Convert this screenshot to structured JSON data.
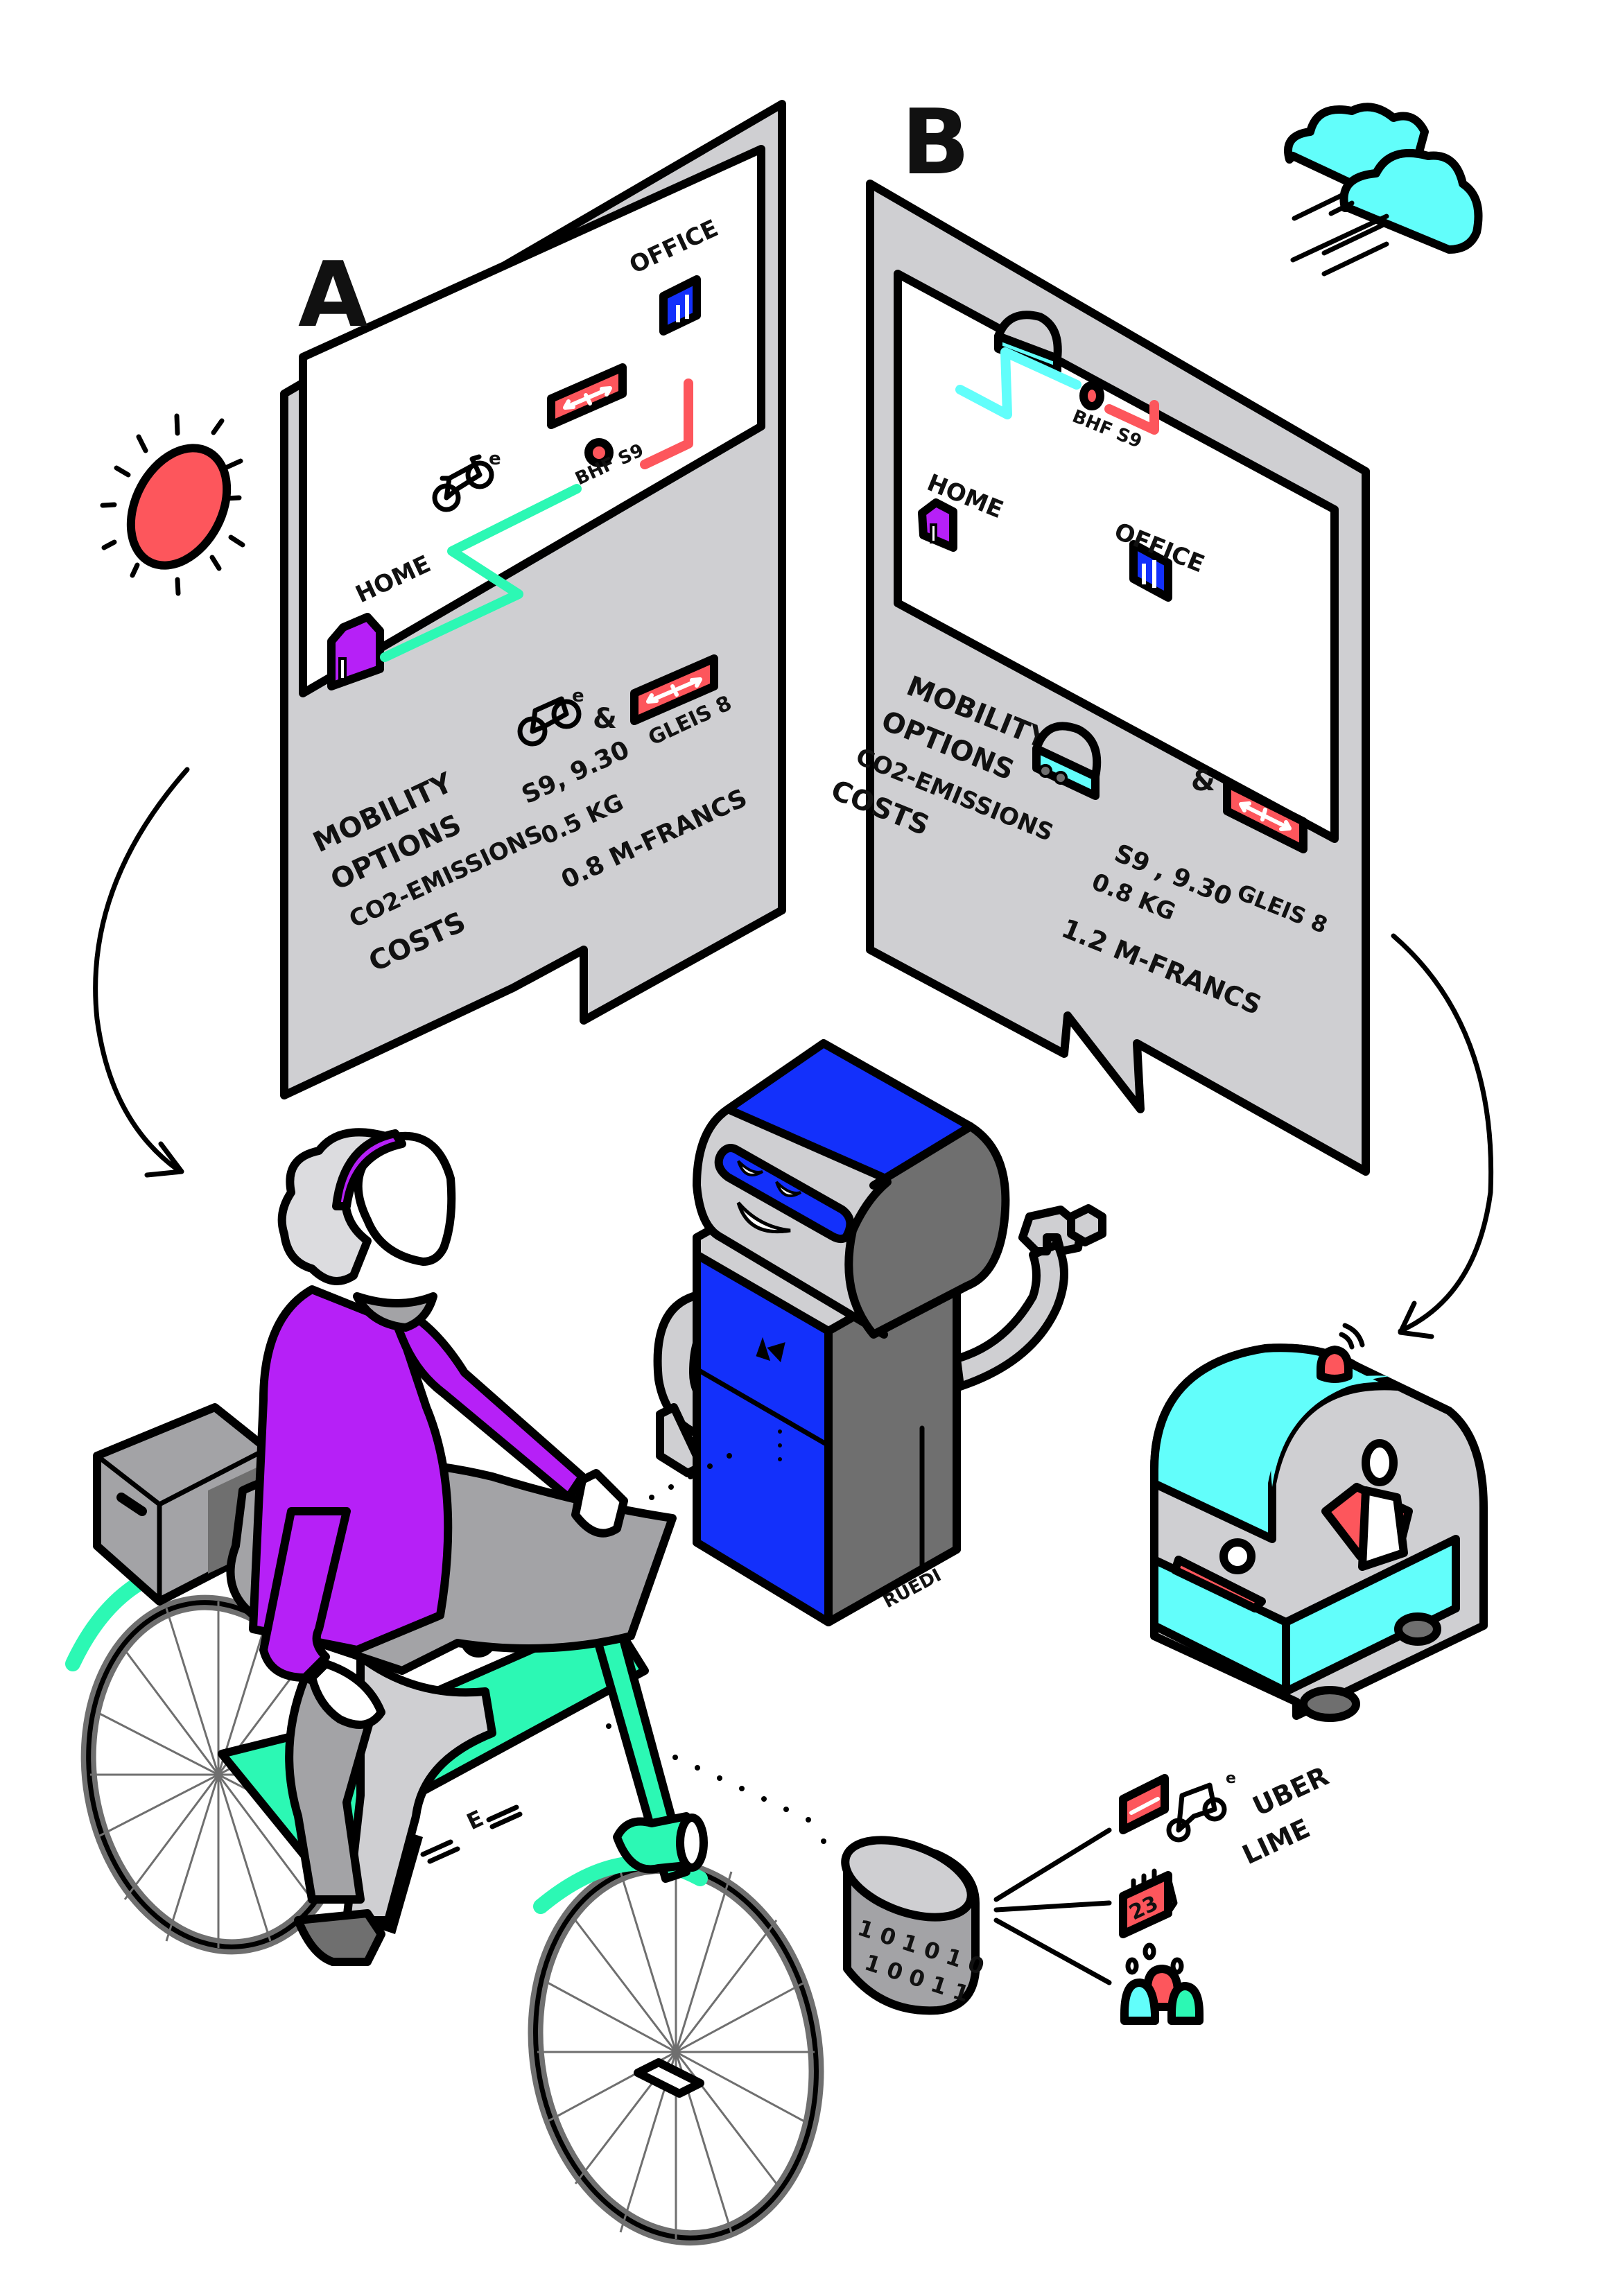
{
  "colors": {
    "panel_grey": "#cfcfd2",
    "dark_grey": "#6f6f6f",
    "mid_grey": "#a3a3a6",
    "light_grey": "#dcdcdf",
    "purple": "#b620f7",
    "blue": "#1330fb",
    "mint": "#2cf8b4",
    "cyan": "#62fefb",
    "red": "#fd565c",
    "white": "#ffffff",
    "black": "#000000"
  },
  "option_a": {
    "letter": "A",
    "map": {
      "home_label": "HOME",
      "office_label": "OFFICE",
      "station_label": "BHF S9",
      "ebike_superscript": "e",
      "transport_icons": [
        "house-icon",
        "ebike-icon",
        "train-icon",
        "office-icon"
      ]
    },
    "labels": [
      "MOBILITY",
      "OPTIONS",
      "CO2-EMISSIONS",
      "COSTS"
    ],
    "values": {
      "options_connector": "&",
      "ebike_superscript": "e",
      "connection": "S9, 9.30",
      "platform": "GLEIS 8",
      "co2": "0.5 KG",
      "cost": "0.8 M-FRANCS"
    }
  },
  "option_b": {
    "letter": "B",
    "map": {
      "home_label": "HOME",
      "office_label": "OFFICE",
      "station_label": "BHF S9",
      "transport_icons": [
        "house-icon",
        "shuttle-icon",
        "office-icon"
      ]
    },
    "labels": [
      "MOBILITY",
      "OPTIONS",
      "CO2-EMISSIONS",
      "COSTS"
    ],
    "values": {
      "options_connector": "&",
      "connection": "S9 , 9.30",
      "platform": "GLEIS 8",
      "co2": "0.8 KG",
      "cost": "1.2 M-FRANCS"
    }
  },
  "robot": {
    "name": "RUEDI"
  },
  "database": {
    "binary_row_1": "1 0 1 0 1 0",
    "binary_row_2": "1 0 0 1 1"
  },
  "data_sources": {
    "providers": [
      "UBER",
      "LIME"
    ],
    "ebike_superscript": "e",
    "calendar_day": "23"
  },
  "bike": {
    "frame_label": "E"
  }
}
